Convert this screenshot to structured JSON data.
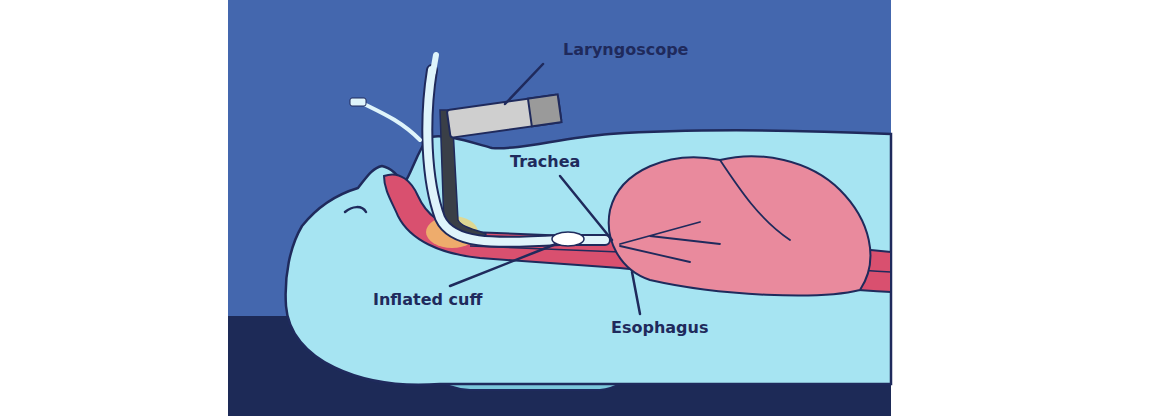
{
  "diagram": {
    "labels": [
      "Laryngoscope",
      "Trachea",
      "Inflated cuff",
      "Esophagus"
    ]
  }
}
